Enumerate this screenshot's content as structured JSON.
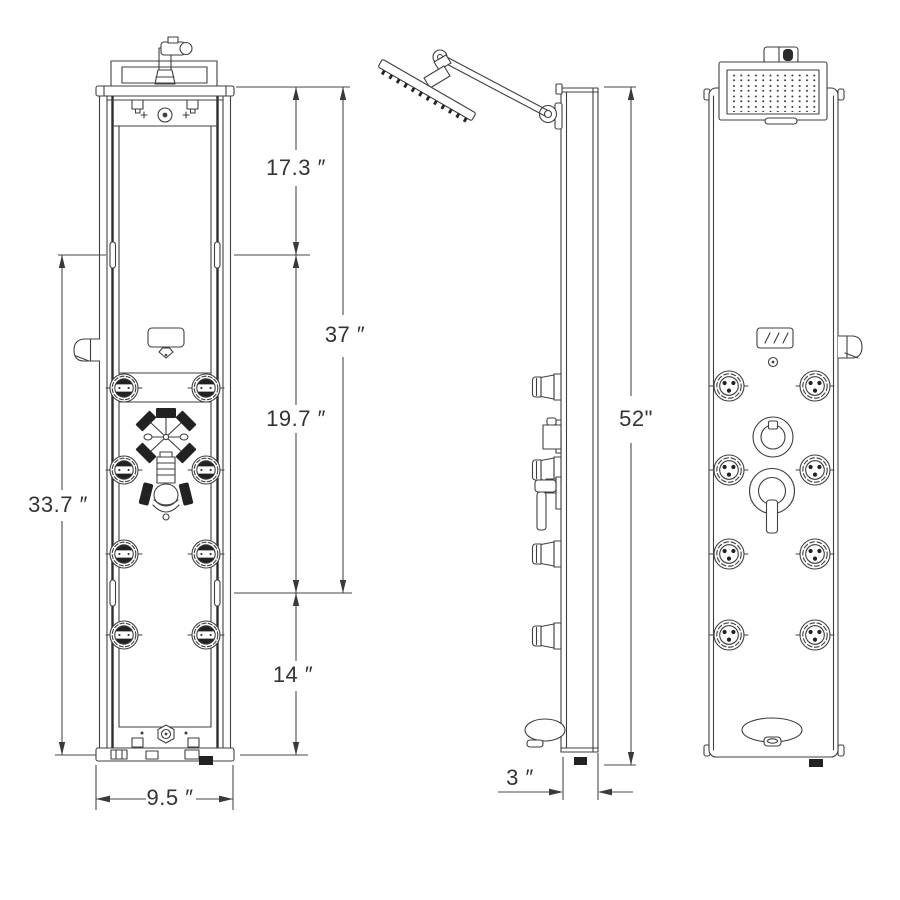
{
  "diagram": {
    "kind": "product-dimension-drawing",
    "product": "shower-panel-tower",
    "views": [
      "back-view",
      "side-view",
      "front-view"
    ]
  },
  "dimensions": {
    "top_section": "17.3 ″",
    "upper_span": "37 ″",
    "middle_section": "19.7 ″",
    "mount_span": "33.7 ″",
    "bottom_section": "14 ″",
    "width": "9.5 ″",
    "height": "52\"",
    "depth": "3 ″"
  },
  "components": {
    "rain_shower_head": "rain-shower-head",
    "shower_arm": "adjustable-shower-arm",
    "display": "temperature-display",
    "body_jets": "massage-body-jet-x8",
    "diverter": "diverter-knob",
    "mixer": "mixer-handle",
    "tub_spout": "tub-spout",
    "bracket": "hand-shower-bracket"
  },
  "colors": {
    "background": "#ffffff",
    "line": "#3f3f3f",
    "fill_dark": "#222222",
    "dim_text": "#333333"
  }
}
